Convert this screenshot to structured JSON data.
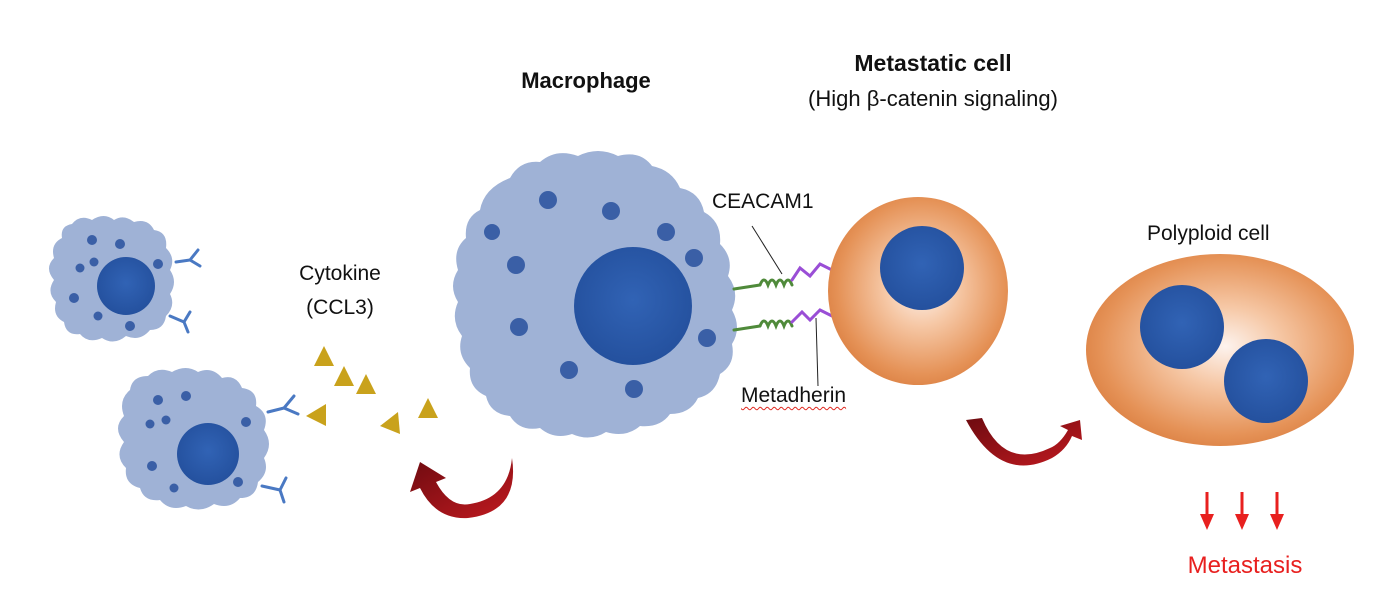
{
  "labels": {
    "macrophage": "Macrophage",
    "metastatic_title": "Metastatic cell",
    "metastatic_subtitle": "(High β-catenin signaling)",
    "ceacam1": "CEACAM1",
    "metadherin": "Metadherin",
    "cytokine_line1": "Cytokine",
    "cytokine_line2": "(CCL3)",
    "polyploid": "Polyploid cell",
    "metastasis": "Metastasis"
  },
  "colors": {
    "macrophage_body": "#9fb2d6",
    "nucleus": "#2a5cab",
    "granule": "#3a5fa6",
    "receptor": "#4a79c3",
    "cytokine": "#c9a21c",
    "tumor_cell": "#e79a62",
    "ceacam1": "#4f8a3a",
    "metadherin": "#9a4ed6",
    "curved_arrow": "#a8141a",
    "metastasis": "#e8201f"
  },
  "icons": {
    "curved_arrow": "curved-arrow-icon",
    "down_arrow": "down-arrow-icon",
    "receptor": "y-receptor-icon"
  }
}
